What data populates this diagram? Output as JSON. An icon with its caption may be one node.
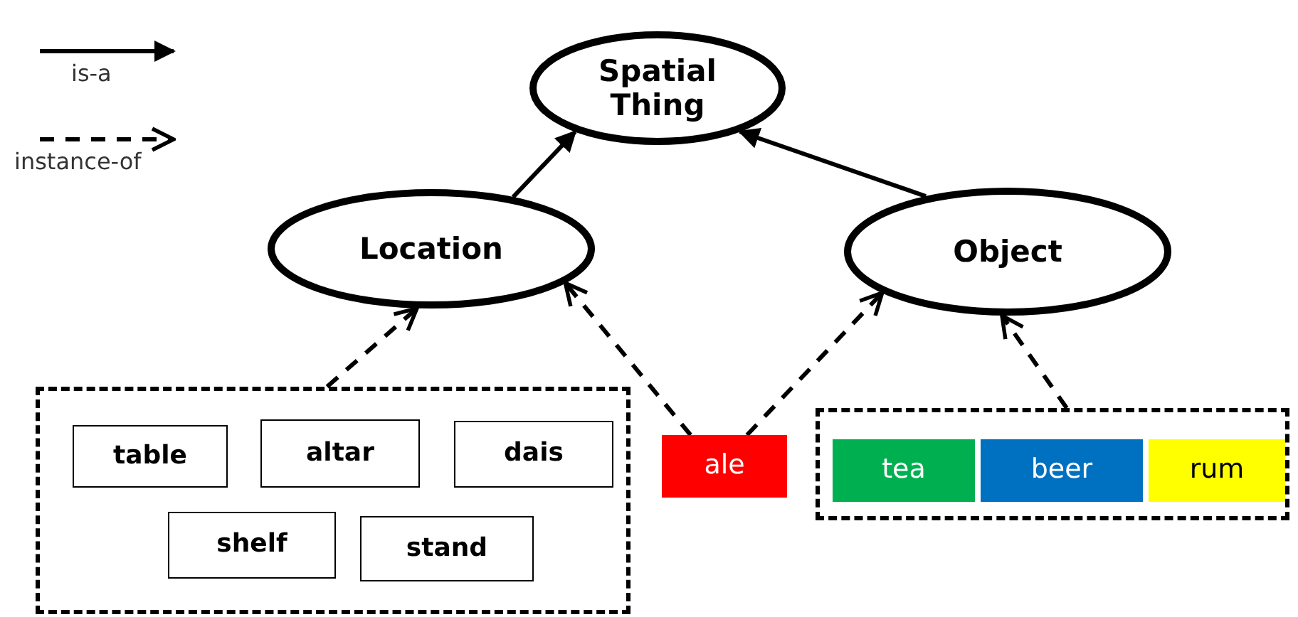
{
  "diagram": {
    "nodes": [
      {
        "text": [
          "Spatial Thing"
        ]
      },
      {
        "text": [
          "Location"
        ]
      },
      {
        "text": [
          "Object"
        ]
      },
      {
        "text": [],
        "shape": "box"
      },
      {
        "text": [
          "table"
        ],
        "in": 3
      },
      {
        "text": [
          "altar"
        ],
        "in": 3
      },
      {
        "text": [
          "dais"
        ],
        "in": 3
      },
      {
        "text": [
          "shelf"
        ],
        "in": 3
      },
      {
        "text": [
          "stand"
        ],
        "in": 3
      },
      {
        "text": [
          "ale"
        ]
      },
      {
        "text": [],
        "shape": "box"
      },
      {
        "text": [
          "tea"
        ],
        "in": 10
      },
      {
        "text": [
          "beer"
        ],
        "in": 10
      },
      {
        "text": [
          "rum"
        ],
        "in": 10
      }
    ],
    "edges": [
      {
        "from": 1,
        "to": 0,
        "arrow": "to"
      },
      {
        "from": 2,
        "to": 0,
        "arrow": "to"
      },
      {
        "from": 3,
        "to": 1,
        "arrow": "to",
        "style": "dashed"
      },
      {
        "from": 9,
        "to": 1,
        "arrow": "to",
        "style": "dashed"
      },
      {
        "from": 9,
        "to": 2,
        "arrow": "to",
        "style": "dashed"
      },
      {
        "from": 10,
        "to": 2,
        "arrow": "to",
        "style": "dashed"
      }
    ],
    "legend": [
      {
        "text": "is-a"
      },
      {
        "text": "instance-of"
      }
    ]
  }
}
